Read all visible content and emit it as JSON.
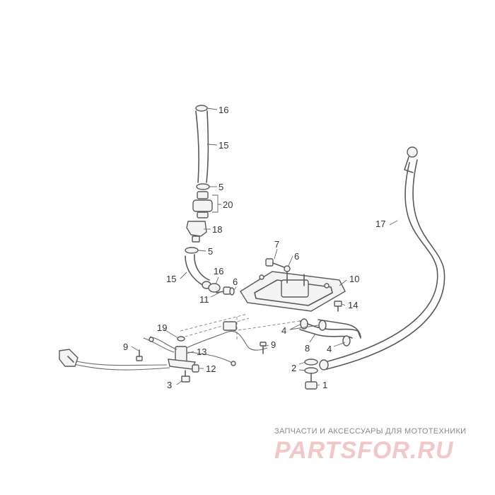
{
  "diagram": {
    "callouts": {
      "c16_top": "16",
      "c15_top": "15",
      "c5_top": "5",
      "c20": "20",
      "c18": "18",
      "c5_mid": "5",
      "c15_bottom": "15",
      "c7": "7",
      "c6_top": "6",
      "c16_mid": "16",
      "c6_mid": "6",
      "c11": "11",
      "c10": "10",
      "c14": "14",
      "c17": "17",
      "c19": "19",
      "c4_left": "4",
      "c8": "8",
      "c4_right": "4",
      "c9_left": "9",
      "c13": "13",
      "c9_right": "9",
      "c12": "12",
      "c3": "3",
      "c2": "2",
      "c1": "1"
    }
  },
  "watermark": {
    "text": "ЗАПЧАСТИ И АКСЕССУАРЫ ДЛЯ МОТОТЕХНИКИ",
    "logo": "PARTSFOR.RU"
  }
}
